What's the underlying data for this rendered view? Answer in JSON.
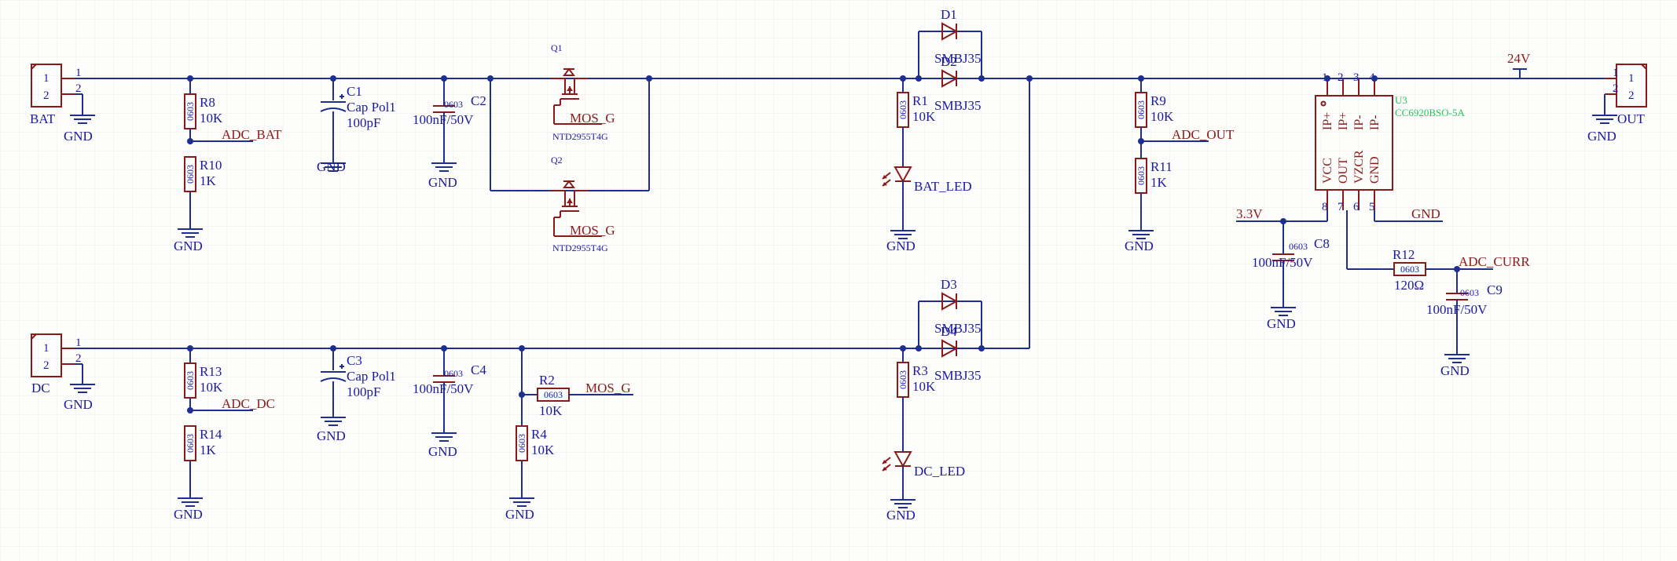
{
  "connectors": {
    "bat": {
      "ref": "BAT",
      "pin1": "1",
      "pin2": "2",
      "gnd": "GND"
    },
    "dc": {
      "ref": "DC",
      "pin1": "1",
      "pin2": "2",
      "gnd": "GND"
    },
    "out": {
      "ref": "OUT",
      "pin1": "1",
      "pin2": "2",
      "gnd": "GND"
    }
  },
  "resistors": {
    "r8": {
      "ref": "R8",
      "pkg": "0603",
      "value": "10K"
    },
    "r10": {
      "ref": "R10",
      "pkg": "0603",
      "value": "1K"
    },
    "r13": {
      "ref": "R13",
      "pkg": "0603",
      "value": "10K"
    },
    "r14": {
      "ref": "R14",
      "pkg": "0603",
      "value": "1K"
    },
    "r1": {
      "ref": "R1",
      "pkg": "0603",
      "value": "10K"
    },
    "r3": {
      "ref": "R3",
      "pkg": "0603",
      "value": "10K"
    },
    "r2": {
      "ref": "R2",
      "pkg": "0603",
      "value": "10K"
    },
    "r4": {
      "ref": "R4",
      "pkg": "0603",
      "value": "10K"
    },
    "r9": {
      "ref": "R9",
      "pkg": "0603",
      "value": "10K"
    },
    "r11": {
      "ref": "R11",
      "pkg": "0603",
      "value": "1K"
    },
    "r12": {
      "ref": "R12",
      "pkg": "0603",
      "value": "120Ω"
    }
  },
  "capacitors": {
    "c1": {
      "ref": "C1",
      "value": "Cap Pol1",
      "value2": "100pF"
    },
    "c3": {
      "ref": "C3",
      "value": "Cap Pol1",
      "value2": "100pF"
    },
    "c2": {
      "ref": "C2",
      "pkg": "0603",
      "value": "100nF/50V"
    },
    "c4": {
      "ref": "C4",
      "pkg": "0603",
      "value": "100nF/50V"
    },
    "c8": {
      "ref": "C8",
      "pkg": "0603",
      "value": "100nF/50V"
    },
    "c9": {
      "ref": "C9",
      "pkg": "0603",
      "value": "100nF/50V"
    }
  },
  "diodes": {
    "d1": {
      "ref": "D1",
      "value": "SMBJ35"
    },
    "d2": {
      "ref": "D2",
      "value": "SMBJ35"
    },
    "d3": {
      "ref": "D3",
      "value": "SMBJ35"
    },
    "d4": {
      "ref": "D4",
      "value": "SMBJ35"
    }
  },
  "leds": {
    "bat": {
      "label": "BAT_LED"
    },
    "dc": {
      "label": "DC_LED"
    }
  },
  "mosfets": {
    "q1": {
      "ref": "Q1",
      "part": "NTD2955T4G",
      "gate_net": "MOS_G"
    },
    "q2": {
      "ref": "Q2",
      "part": "NTD2955T4G",
      "gate_net": "MOS_G"
    }
  },
  "sensor": {
    "ref": "U3",
    "part": "CC6920BSO-5A",
    "top_pins": [
      "1",
      "2",
      "3",
      "4"
    ],
    "bottom_pins": [
      "8",
      "7",
      "6",
      "5"
    ],
    "top_labels": [
      "IP+",
      "IP+",
      "IP-",
      "IP-"
    ],
    "bottom_labels": [
      "VCC",
      "OUT",
      "VZCR",
      "GND"
    ]
  },
  "nets": {
    "adc_bat": "ADC_BAT",
    "adc_dc": "ADC_DC",
    "adc_out": "ADC_OUT",
    "adc_curr": "ADC_CURR",
    "mos_g": "MOS_G",
    "v24": "24V",
    "v33": "3.3V",
    "gnd": "GND"
  },
  "colors": {
    "wire": "#1f2f8f",
    "component": "#8b1a1a",
    "designator": "#1a1aa0",
    "chip_label": "#22c55e",
    "background": "#fdfdfb"
  }
}
